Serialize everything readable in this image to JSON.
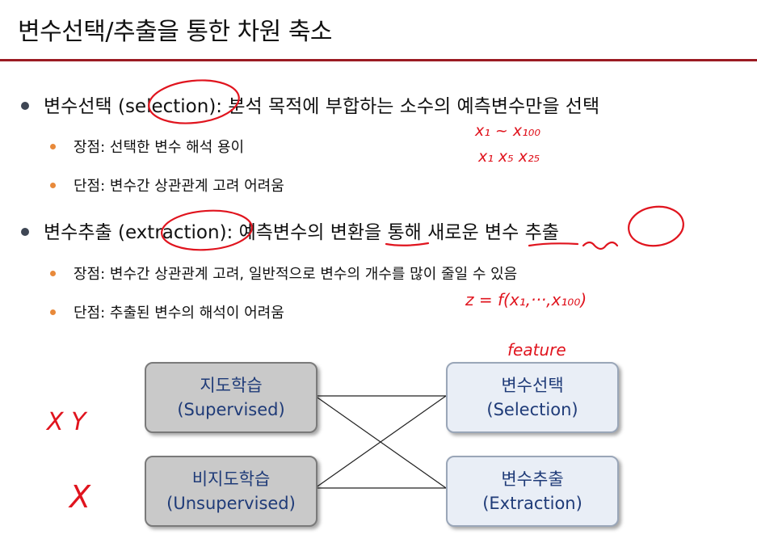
{
  "title": "변수선택/추출을 통한 차원 축소",
  "bullets": {
    "selection": {
      "prefix": "변수선택 (",
      "term": "selection",
      "suffix": "): 분석 목적에 부합하는 소수의 예측변수만을 선택",
      "pro": "장점: 선택한 변수 해석 용이",
      "con": "단점: 변수간 상관관계 고려 어려움"
    },
    "extraction": {
      "prefix": "변수추출 (",
      "term": "extraction",
      "suffix": "): 예측변수의 변환을 통해 새로운 변수 추출",
      "pro": "장점: 변수간 상관관계 고려, 일반적으로 변수의 개수를 많이 줄일 수 있음",
      "con": "단점: 추출된 변수의 해석이 어려움"
    }
  },
  "diagram": {
    "supervised": {
      "ko": "지도학습",
      "en": "(Supervised)"
    },
    "unsupervised": {
      "ko": "비지도학습",
      "en": "(Unsupervised)"
    },
    "selection": {
      "ko": "변수선택",
      "en": "(Selection)"
    },
    "extraction": {
      "ko": "변수추출",
      "en": "(Extraction)"
    }
  },
  "annotations": {
    "note1": "x₁ ~ x₁₀₀",
    "note2": "x₁  x₅  x₂₅",
    "note3": "z = f(x₁,···,x₁₀₀)",
    "note4": "feature",
    "note5": "X  Y",
    "note6": "X"
  },
  "colors": {
    "accent_rule": "#9b1b23",
    "ink": "#e0141e",
    "box_text": "#1f3b78",
    "primary_bullet": "#3e4654",
    "secondary_bullet": "#e8893a"
  }
}
